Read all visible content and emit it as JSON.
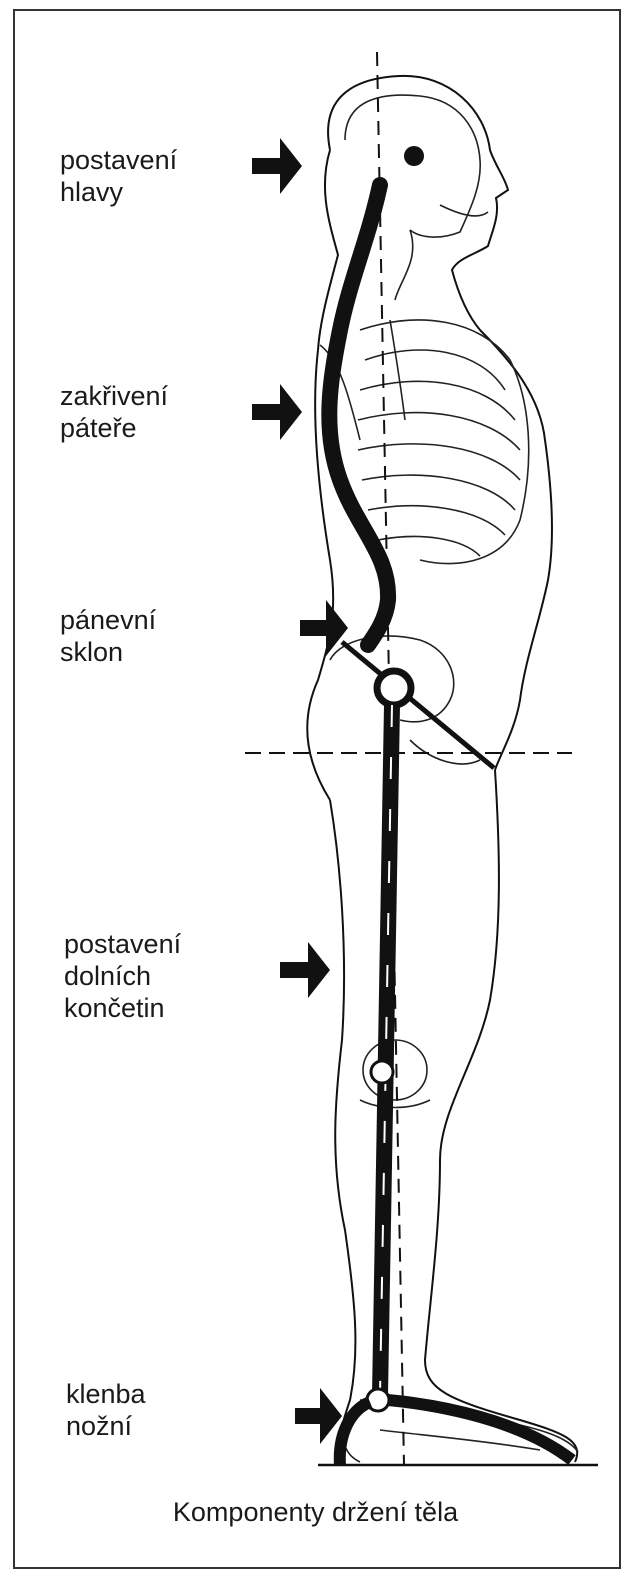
{
  "labels": {
    "head": [
      "postavení",
      "hlavy"
    ],
    "spine": [
      "zakřivení",
      "páteře"
    ],
    "pelvis": [
      "pánevní",
      "sklon"
    ],
    "legs": [
      "postavení",
      "dolních",
      "končetin"
    ],
    "foot": [
      "klenba",
      "nožní"
    ]
  },
  "caption": "Komponenty držení těla",
  "colors": {
    "ink": "#111111",
    "paper": "#ffffff"
  }
}
